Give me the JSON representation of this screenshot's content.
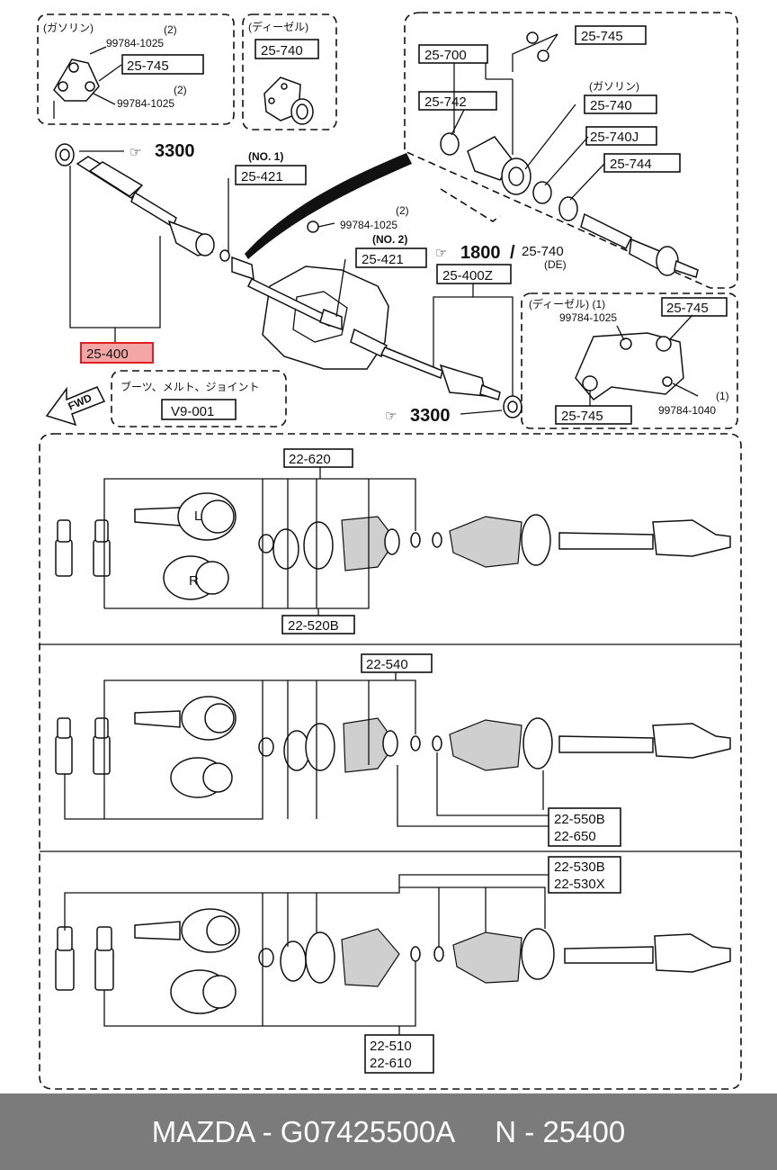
{
  "labels": {
    "gasoline": "(ガソリン)",
    "diesel": "(ディーゼル)",
    "diesel_1": "(ディーゼル) (1)",
    "no1": "(NO. 1)",
    "no2": "(NO. 2)",
    "q2a": "(2)",
    "q2b": "(2)",
    "q2c": "(2)",
    "q1a": "(1)",
    "de": "(DE)",
    "fwd": "FWD",
    "boots_caption": "ブーツ、メルト、ジョイント"
  },
  "parts": {
    "p99784_1025_a": "99784-1025",
    "p99784_1025_b": "99784-1025",
    "p99784_1025_c": "99784-1025",
    "p99784_1025_d": "99784-1025",
    "p99784_1040": "99784-1040",
    "p25_745_a": "25-745",
    "p25_745_b": "25-745",
    "p25_745_c": "25-745",
    "p25_745_d": "25-745",
    "p25_740_a": "25-740",
    "p25_740_b": "25-740",
    "p25_740_c": "25-740",
    "p25_700": "25-700",
    "p25_742": "25-742",
    "p25_740j": "25-740J",
    "p25_744": "25-744",
    "p25_421_a": "25-421",
    "p25_421_b": "25-421",
    "p25_400": "25-400",
    "p25_400z": "25-400Z",
    "v9_001": "V9-001",
    "p22_620": "22-620",
    "p22_520b": "22-520B",
    "p22_540": "22-540",
    "p22_550b": "22-550B",
    "p22_650": "22-650",
    "p22_530b": "22-530B",
    "p22_530x": "22-530X",
    "p22_510": "22-510",
    "p22_610": "22-610"
  },
  "refs": {
    "r3300_a": "3300",
    "r3300_b": "3300",
    "r1800": "1800",
    "r1800_slash": "/"
  },
  "joint_letters": {
    "left": "L",
    "right": "R"
  },
  "colors": {
    "highlight_fill": "#f4a6a6",
    "highlight_stroke": "#e02020",
    "footer_bg": "#7b7b7b"
  },
  "footer": {
    "text": "MAZDA - G07425500A     N - 25400"
  }
}
